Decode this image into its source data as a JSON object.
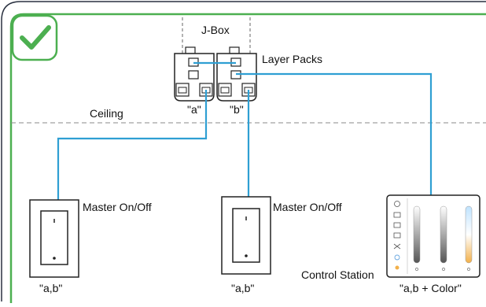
{
  "labels": {
    "jbox": "J-Box",
    "layer_packs": "Layer Packs",
    "ceiling": "Ceiling",
    "pack_a": "\"a\"",
    "pack_b": "\"b\"",
    "master_1": "Master On/Off",
    "master_2": "Master On/Off",
    "control_station": "Control Station",
    "switch_1_tag": "\"a,b\"",
    "switch_2_tag": "\"a,b\"",
    "station_tag": "\"a,b + Color\""
  },
  "colors": {
    "frame": "#4caf50",
    "wire": "#2f9fd3",
    "outline": "#222222",
    "dashed": "#888888"
  },
  "icons": {
    "check": "checkmark-icon"
  }
}
